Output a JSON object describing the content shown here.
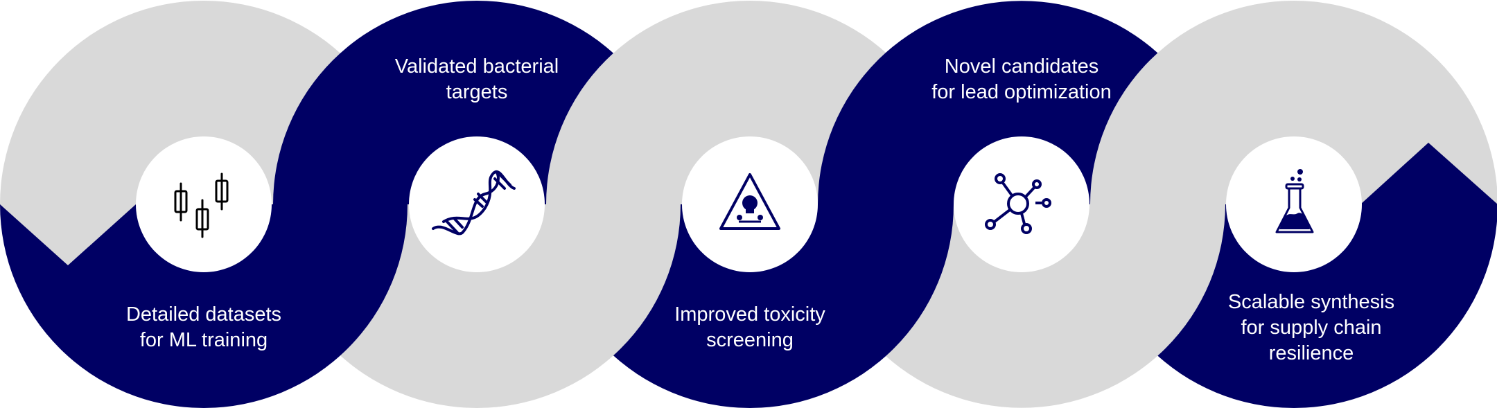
{
  "colors": {
    "navy": "#000064",
    "gray": "#d9d9d9",
    "white": "#ffffff",
    "icon_dark": "#000000"
  },
  "steps": [
    {
      "label_lines": [
        "Detailed datasets",
        "for ML training"
      ],
      "icon": "candlestick-chart-icon"
    },
    {
      "label_lines": [
        "Validated bacterial",
        "targets"
      ],
      "icon": "dna-icon"
    },
    {
      "label_lines": [
        "Improved toxicity",
        "screening"
      ],
      "icon": "toxic-warning-icon"
    },
    {
      "label_lines": [
        "Novel candidates",
        "for lead optimization"
      ],
      "icon": "molecule-icon"
    },
    {
      "label_lines": [
        "Scalable synthesis",
        "for supply chain",
        "resilience"
      ],
      "icon": "flask-icon"
    }
  ]
}
